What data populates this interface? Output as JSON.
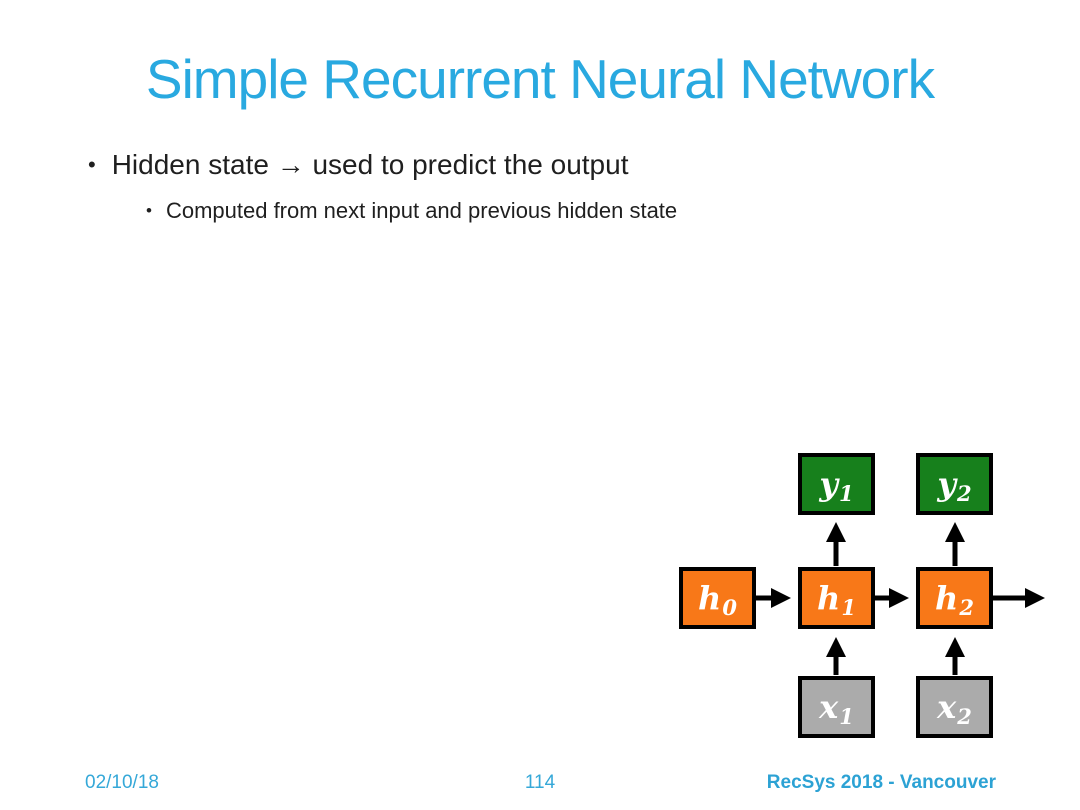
{
  "slide": {
    "title": "Simple Recurrent Neural Network",
    "bullets": {
      "level1_marker": "•",
      "main": "Hidden state → used to predict the output",
      "level2_marker": "•",
      "sub": "Computed from next input and previous hidden state"
    },
    "diagram": {
      "description": "simple-rnn-unrolled",
      "nodes": [
        {
          "id": "h0",
          "base": "h",
          "sub": "0",
          "type": "hidden"
        },
        {
          "id": "h1",
          "base": "h",
          "sub": "1",
          "type": "hidden"
        },
        {
          "id": "h2",
          "base": "h",
          "sub": "2",
          "type": "hidden"
        },
        {
          "id": "y1",
          "base": "y",
          "sub": "1",
          "type": "output"
        },
        {
          "id": "y2",
          "base": "y",
          "sub": "2",
          "type": "output"
        },
        {
          "id": "x1",
          "base": "x",
          "sub": "1",
          "type": "input"
        },
        {
          "id": "x2",
          "base": "x",
          "sub": "2",
          "type": "input"
        }
      ],
      "edges": [
        "h0->h1",
        "h1->h2",
        "h2->out",
        "h1->y1",
        "h2->y2",
        "x1->h1",
        "x2->h2"
      ]
    },
    "footer": {
      "date": "02/10/18",
      "page_number": "114",
      "conference": "RecSys 2018 - Vancouver"
    },
    "colors": {
      "accent_cyan": "#29A9E0",
      "hidden_orange": "#F87818",
      "output_green": "#17801C",
      "input_gray": "#ABABAB",
      "box_border": "#000000",
      "body_text": "#1F1F1F"
    }
  }
}
